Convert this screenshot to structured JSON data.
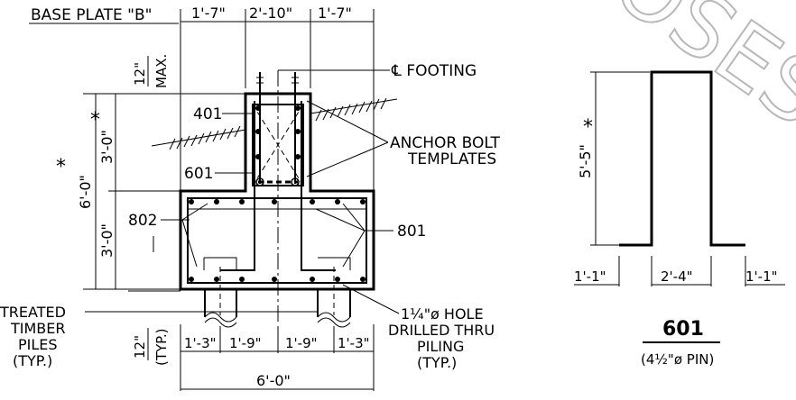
{
  "watermark": "POSES",
  "header": {
    "base_plate": "BASE PLATE \"B\"",
    "dim_left": "1'-7\"",
    "dim_mid": "2'-10\"",
    "dim_right": "1'-7\""
  },
  "labels": {
    "max_top": "12\"",
    "max_bottom": "MAX.",
    "centerline": "℄ FOOTING",
    "bar_401": "401",
    "bar_601": "601",
    "bar_802": "802",
    "bar_801": "801",
    "anchor_1": "ANCHOR BOLT",
    "anchor_2": "TEMPLATES",
    "star_1": "*",
    "star_2": "*",
    "star_3": "*",
    "dim_6_0_vert": "6'-0\"",
    "dim_3_0_upper": "3'-0\"",
    "dim_3_0_lower": "3'-0\"",
    "typ_top": "12\"",
    "typ_bottom": "(TYP.)",
    "timber_1": "TREATED",
    "timber_2": "TIMBER",
    "timber_3": "PILES",
    "timber_4": "(TYP.)",
    "hole_1": "1¼\"ø HOLE",
    "hole_2": "DRILLED THRU",
    "hole_3": "PILING",
    "hole_4": "(TYP.)",
    "b_1_3_left": "1'-3\"",
    "b_1_9_left": "1'-9\"",
    "b_1_9_right": "1'-9\"",
    "b_1_3_right": "1'-3\"",
    "b_total": "6'-0\""
  },
  "bar_detail": {
    "height": "5'-5\"",
    "star": "*",
    "left_leg": "1'-1\"",
    "width": "2'-4\"",
    "right_leg": "1'-1\"",
    "mark": "601",
    "pin": "(4½\"ø PIN)"
  }
}
